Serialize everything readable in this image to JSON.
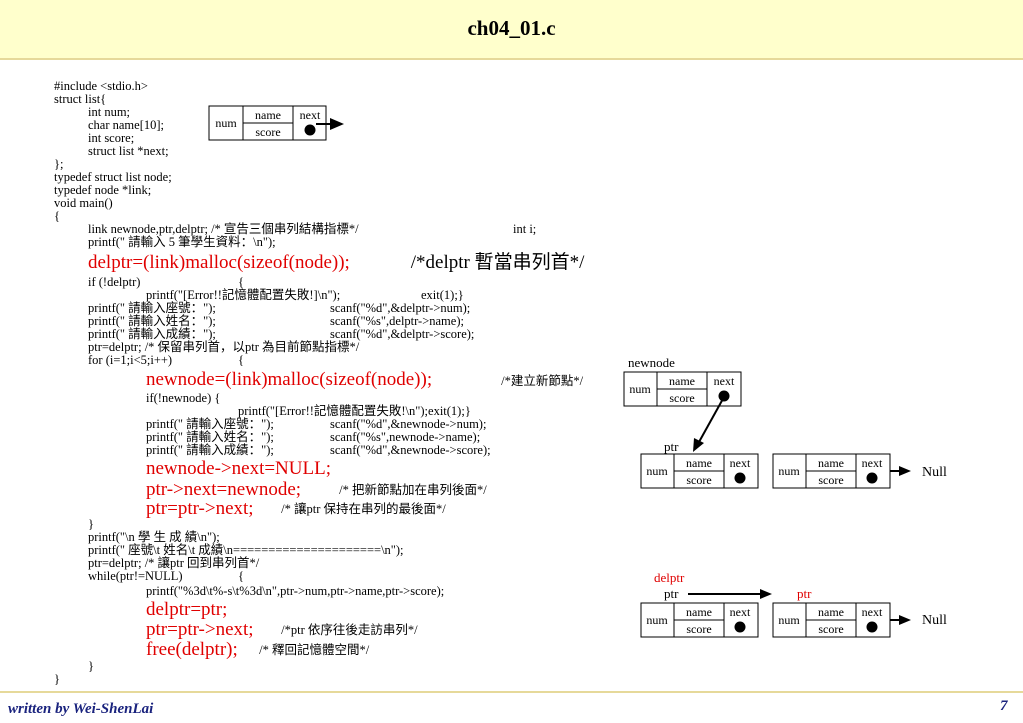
{
  "slide": {
    "title": "ch04_01.c",
    "author": "written by Wei-ShenLai",
    "page": "7"
  },
  "code": {
    "l1": "#include <stdio.h>",
    "l2": "struct list{",
    "l3": "int num;",
    "l4": "char name[10];",
    "l5": "int score;",
    "l6": "struct list *next;",
    "l7": "};",
    "l8": "typedef struct list node;",
    "l9": "typedef node *link;",
    "l10": "void main()",
    "l11": "{",
    "l12a": "link newnode,ptr,delptr; /* 宣告三個串列結構指標*/",
    "l12b": "int i;",
    "l13": "printf(\" 請輸入 5 筆學生資料：\\n\");",
    "l14a": "delptr=(link)malloc(sizeof(node));",
    "l14b": " /*delptr 暫當串列首*/",
    "l15a": "if (!delptr)",
    "l15b": "{",
    "l16a": "printf(\"[Error!!記憶體配置失敗!]\\n\");",
    "l16b": "exit(1);}",
    "l17a": "printf(\" 請輸入座號：\");",
    "l17b": "scanf(\"%d\",&delptr->num);",
    "l18a": "printf(\" 請輸入姓名：\");",
    "l18b": "scanf(\"%s\",delptr->name);",
    "l19a": "printf(\" 請輸入成績：\");",
    "l19b": "scanf(\"%d\",&delptr->score);",
    "l20": "ptr=delptr; /* 保留串列首，以ptr 為目前節點指標*/",
    "l21a": "for (i=1;i<5;i++)",
    "l21b": "{",
    "l22a": "newnode=(link)malloc(sizeof(node));",
    "l22b": " /*建立新節點*/",
    "l23": "if(!newnode) {",
    "l24": "printf(\"[Error!!記憶體配置失敗!\\n\");exit(1);}",
    "l25a": "printf(\" 請輸入座號：\");",
    "l25b": "scanf(\"%d\",&newnode->num);",
    "l26a": "printf(\" 請輸入姓名：\");",
    "l26b": "scanf(\"%s\",newnode->name);",
    "l27a": "printf(\" 請輸入成績：\");",
    "l27b": "scanf(\"%d\",&newnode->score);",
    "l28": "newnode->next=NULL;",
    "l29a": "ptr->next=newnode;",
    "l29b": " /* 把新節點加在串列後面*/",
    "l30a": "ptr=ptr->next;",
    "l30b": " /* 讓ptr 保持在串列的最後面*/",
    "l31": "}",
    "l32": "printf(\"\\n 學 生 成 績\\n\");",
    "l33": "printf(\" 座號\\t 姓名\\t 成績\\n=====================\\n\");",
    "l34": "ptr=delptr; /* 讓ptr 回到串列首*/",
    "l35a": "while(ptr!=NULL)",
    "l35b": "{",
    "l36": "printf(\"%3d\\t%-s\\t%3d\\n\",ptr->num,ptr->name,ptr->score);",
    "l37": "delptr=ptr;",
    "l38a": "ptr=ptr->next;",
    "l38b": " /*ptr 依序往後走訪串列*/",
    "l39a": "free(delptr);",
    "l39b": " /* 釋回記憶體空間*/",
    "l40": "}",
    "l41": "}"
  },
  "diagram": {
    "field_num": "num",
    "field_name": "name",
    "field_next": "next",
    "field_score": "score",
    "label_newnode": "newnode",
    "label_ptr": "ptr",
    "label_delptr": "delptr",
    "label_null": "Null",
    "colors": {
      "red": "#e00000"
    }
  }
}
